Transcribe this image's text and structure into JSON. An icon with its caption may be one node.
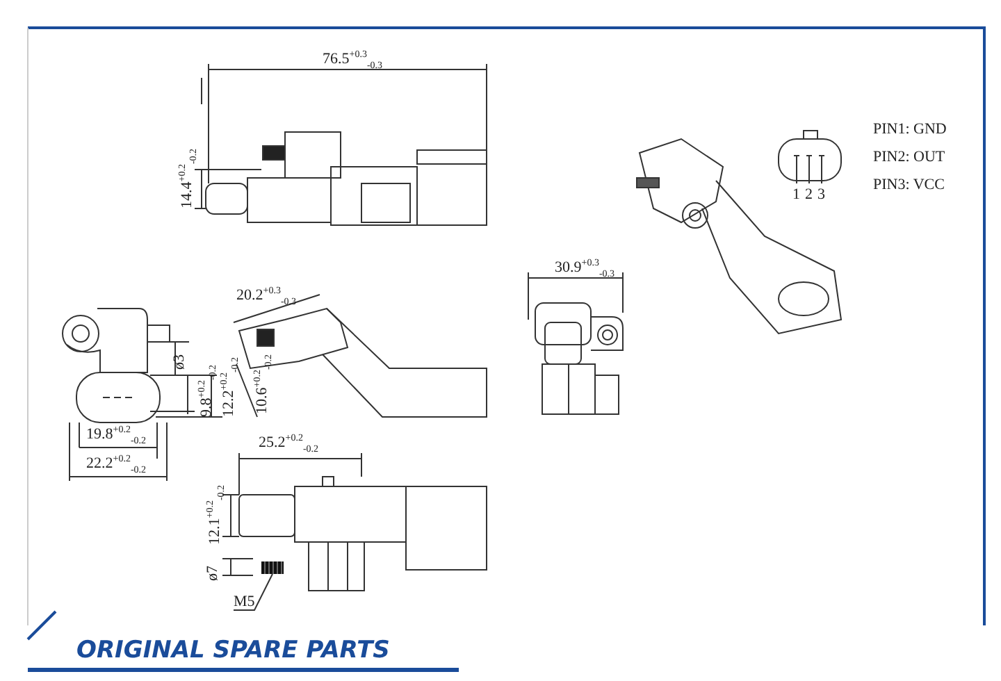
{
  "diagram": {
    "nodes": [
      {
        "text": [
          "M5"
        ]
      },
      {
        "text": [],
        "shape": "picture"
      }
    ],
    "edges": [
      {
        "from": 0,
        "to": 1,
        "arrow": "none"
      }
    ],
    "labels": [
      "76.5$^{+0.3}$$_{-0.3}$",
      "14.4$^{+0.2}$$_{-0.2}$",
      "PIN1: GND",
      "PIN2: OUT",
      "PIN3: VCC",
      "1",
      "2",
      "3",
      "20.2$^{+0.3}$$_{-0.3}$",
      "30.9$^{+0.3}$$_{-0.3}$",
      "ø3",
      "9.8$^{+0.2}$$_{-0.2}$",
      "12.2$^{+0.2}$$_{-0.2}$",
      "10.6$^{+0.2}$$_{-0.2}$",
      "19.8$^{+0.2}$$_{-0.2}$",
      "22.2$^{+0.2}$$_{-0.2}$",
      "25.2$^{+0.2}$$_{-0.2}$",
      "12.1$^{+0.2}$$_{-0.2}$",
      "ø7",
      "ORIGINAL SPARE PARTS"
    ]
  }
}
